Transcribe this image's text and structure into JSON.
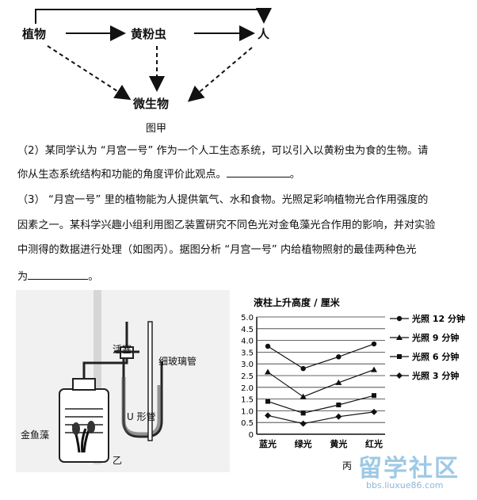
{
  "food_web": {
    "nodes": {
      "plant": "植物",
      "mealworm": "黄粉虫",
      "human": "人",
      "microbe": "微生物"
    },
    "caption": "图甲"
  },
  "question2": {
    "line1": "（2）某同学认为 “月宫一号” 作为一个人工生态系统，可以引入以黄粉虫为食的生物。请",
    "line2": "你从生态系统结构和功能的角度评价此观点。",
    "end": "。"
  },
  "question3": {
    "line1": "（3） “月宫一号” 里的植物能为人提供氧气、水和食物。光照足彩响植物光合作用强度的",
    "line2": "因素之一。某科学兴趣小组利用图乙装置研究不同色光对金龟藻光合作用的影响，并对实验",
    "line3": "中测得的数据进行处理（如图丙）。据图分析 “月宫一号” 内给植物照射的最佳两种色光",
    "line4": "为",
    "end": "。"
  },
  "apparatus": {
    "stopcock": "活塞",
    "glass_tube": "细玻璃管",
    "u_tube": "U 形管",
    "alga": "金鱼藻",
    "caption": "乙"
  },
  "chart_data": {
    "type": "line",
    "title": "液柱上升高度 / 厘米",
    "categories": [
      "蓝光",
      "绿光",
      "黄光",
      "红光"
    ],
    "ylim": [
      0,
      5.0
    ],
    "yticks": [
      "0",
      "0.5",
      "1.0",
      "1.5",
      "2.0",
      "2.5",
      "3.0",
      "3.5",
      "4.0",
      "4.5",
      "5.0"
    ],
    "grid": true,
    "legend_position": "right",
    "series": [
      {
        "name": "光照 12 分钟",
        "marker": "circle",
        "values": [
          3.75,
          2.8,
          3.3,
          3.85
        ]
      },
      {
        "name": "光照 9 分钟",
        "marker": "triangle",
        "values": [
          2.65,
          1.6,
          2.2,
          2.75
        ]
      },
      {
        "name": "光照 6 分钟",
        "marker": "square",
        "values": [
          1.4,
          0.9,
          1.25,
          1.65
        ]
      },
      {
        "name": "光照 3 分钟",
        "marker": "diamond",
        "values": [
          0.8,
          0.45,
          0.75,
          0.95
        ]
      }
    ],
    "caption": "丙"
  },
  "watermark": {
    "text": "留学社区",
    "url": "bbs.liuxue86.com"
  }
}
